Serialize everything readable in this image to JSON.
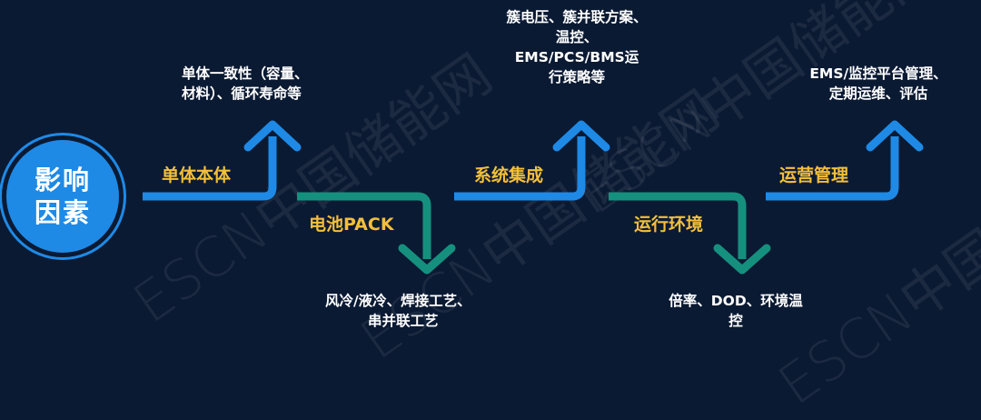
{
  "watermark": "ESCN中国储能网",
  "center": {
    "line1": "影响",
    "line2": "因素"
  },
  "stages": [
    {
      "label": "单体本体",
      "color": "#1e8ae6"
    },
    {
      "label": "电池PACK",
      "color": "#16907e"
    },
    {
      "label": "系统集成",
      "color": "#1e8ae6"
    },
    {
      "label": "运行环境",
      "color": "#16907e"
    },
    {
      "label": "运营管理",
      "color": "#1e8ae6"
    }
  ],
  "notes": {
    "cell": [
      "单体一致性（容量、",
      "材料）、循环寿命等"
    ],
    "pack": [
      "风冷/液冷、焊接工艺、",
      "串并联工艺"
    ],
    "system": [
      "簇电压、簇并联方案、",
      "温控、",
      "EMS/PCS/BMS运",
      "行策略等"
    ],
    "env": [
      "倍率、DOD、环境温",
      "控"
    ],
    "ops": [
      "EMS/监控平台管理、",
      "定期运维、评估"
    ]
  },
  "label_color": "#f3bf3a"
}
